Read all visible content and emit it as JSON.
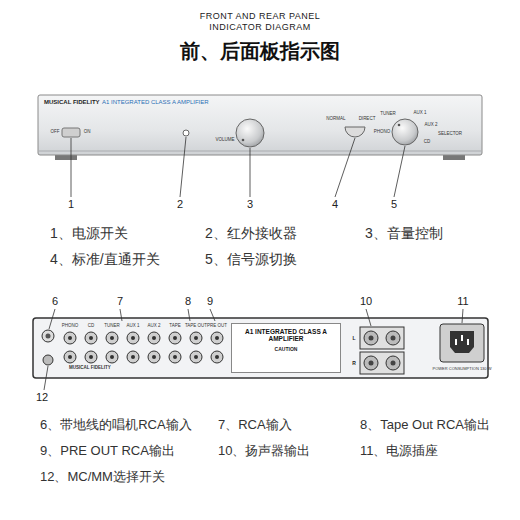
{
  "diagram": {
    "title": "前、后面板指示图",
    "nodes": [
      {
        "text": [
          "MUSICAL FIDELITY",
          "A1 INTEGRATED CLASS A AMPLIFIER"
        ]
      },
      {
        "text": [
          "MUSICAL FIDELITY"
        ]
      },
      {
        "text": [
          "A1 INTEGRATED CLASS A AMPLIFIER",
          "CAUTION"
        ],
        "in": 1
      }
    ],
    "labels": [
      "FRONT AND REAR PANEL INDICATOR DIAGRAM",
      "OFF",
      "ON",
      "VOLUME",
      "NORMAL",
      "DIRECT",
      "PHONO",
      "TUNER",
      "AUX 1",
      "AUX 2",
      "CD",
      "SELECTOR",
      "1",
      "2",
      "3",
      "4",
      "5",
      "1、电源开关",
      "2、红外接收器",
      "3、音量控制",
      "4、标准/直通开关",
      "5、信号源切换",
      "6",
      "7",
      "8",
      "9",
      "10",
      "11",
      "PHONO",
      "CD",
      "TUNER",
      "AUX 1",
      "AUX 2",
      "TAPE",
      "TAPE OUT",
      "PRE OUT",
      "L",
      "R",
      "POWER CONSUMPTION 130 W",
      "12",
      "6、带地线的唱机RCA输入",
      "7、RCA输入",
      "8、Tape Out RCA输出",
      "9、PRE OUT RCA输出",
      "10、扬声器输出",
      "11、电源插座",
      "12、MC/MM选择开关"
    ]
  }
}
